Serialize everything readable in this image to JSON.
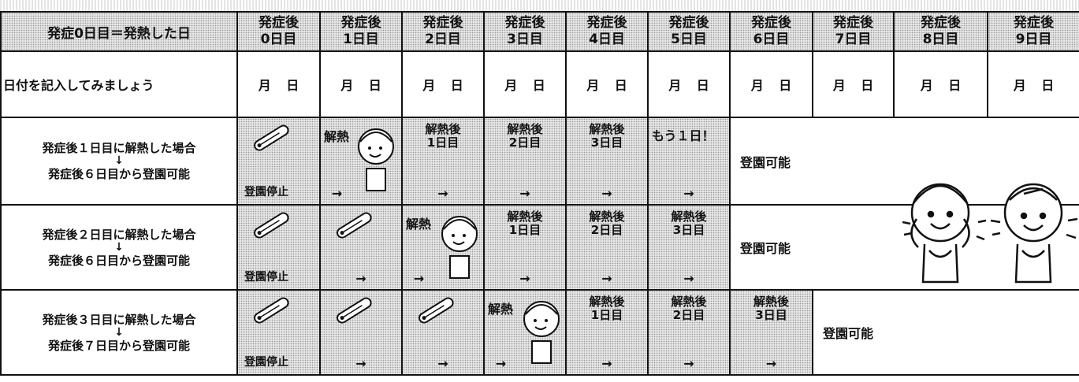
{
  "header": {
    "first": "発症0日目＝発熱した日",
    "days": [
      {
        "line1": "発症後",
        "line2": "0日目"
      },
      {
        "line1": "発症後",
        "line2": "1日目"
      },
      {
        "line1": "発症後",
        "line2": "2日目"
      },
      {
        "line1": "発症後",
        "line2": "3日目"
      },
      {
        "line1": "発症後",
        "line2": "4日目"
      },
      {
        "line1": "発症後",
        "line2": "5日目"
      },
      {
        "line1": "発症後",
        "line2": "6日目"
      },
      {
        "line1": "発症後",
        "line2": "7日目"
      },
      {
        "line1": "発症後",
        "line2": "8日目"
      },
      {
        "line1": "発症後",
        "line2": "9日目"
      }
    ]
  },
  "date_row": {
    "label": "日付を記入してみましょう",
    "cell": "月 日"
  },
  "cases": [
    {
      "label_top": "発症後１日目に解熱した場合",
      "arrow": "↓",
      "label_bottom": "発症後６日目から登園可能",
      "stop": "登園停止",
      "fever_text": "解熱",
      "after": [
        {
          "l1": "解熱後",
          "l2": "1日目"
        },
        {
          "l1": "解熱後",
          "l2": "2日目"
        },
        {
          "l1": "解熱後",
          "l2": "3日目"
        }
      ],
      "extra": "もう１日！",
      "ok": "登園可能"
    },
    {
      "label_top": "発症後２日目に解熱した場合",
      "arrow": "↓",
      "label_bottom": "発症後６日目から登園可能",
      "stop": "登園停止",
      "fever_text": "解熱",
      "after": [
        {
          "l1": "解熱後",
          "l2": "1日目"
        },
        {
          "l1": "解熱後",
          "l2": "2日目"
        },
        {
          "l1": "解熱後",
          "l2": "3日目"
        }
      ],
      "ok": "登園可能"
    },
    {
      "label_top": "発症後３日目に解熱した場合",
      "arrow": "↓",
      "label_bottom": "発症後７日目から登園可能",
      "stop": "登園停止",
      "fever_text": "解熱",
      "after": [
        {
          "l1": "解熱後",
          "l2": "1日目"
        },
        {
          "l1": "解熱後",
          "l2": "2日目"
        },
        {
          "l1": "解熱後",
          "l2": "3日目"
        }
      ],
      "ok": "登園可能"
    }
  ],
  "arrow_glyph": "→",
  "icons": [
    "thermometer-icon",
    "child-face-icon",
    "happy-children-icon"
  ],
  "colors": {
    "hatch": "#e6e6e6",
    "border": "#111111"
  }
}
